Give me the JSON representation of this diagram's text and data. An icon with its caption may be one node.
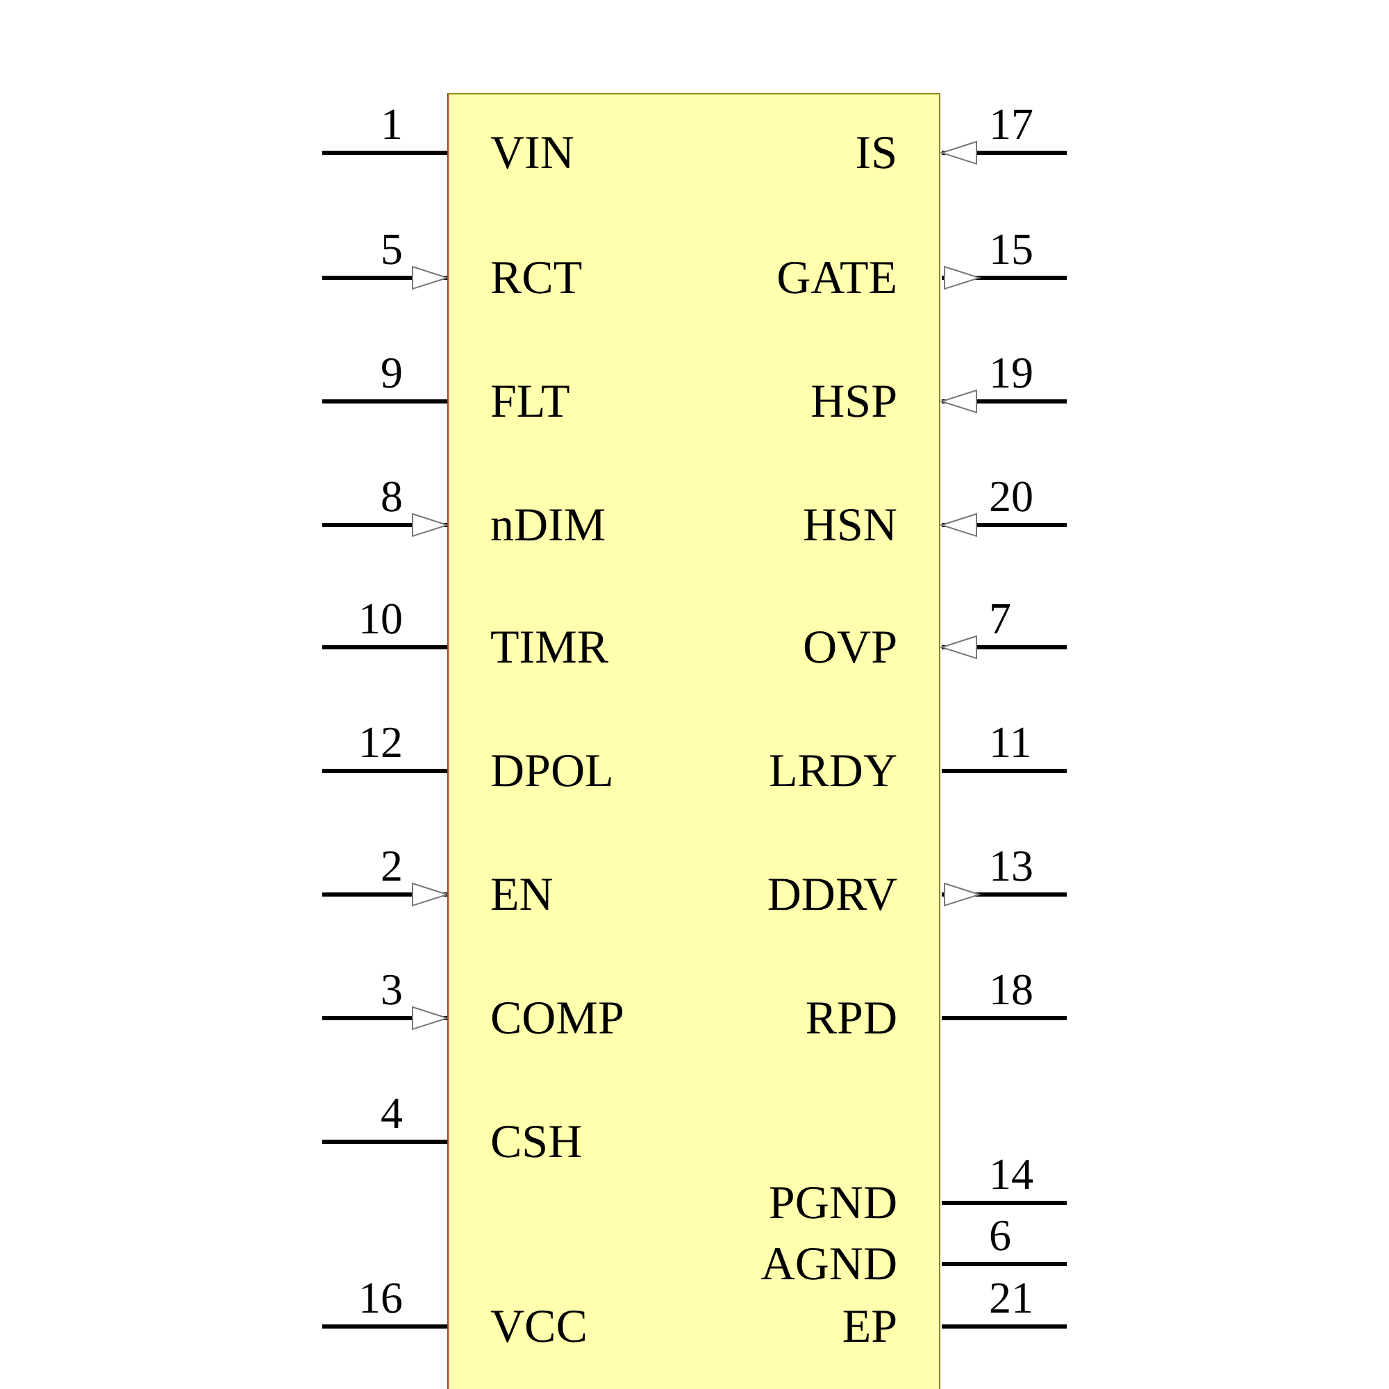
{
  "diagram": {
    "nodes": [
      {
        "text": [
          "VIN",
          "IS",
          "RCT",
          "GATE",
          "FLT",
          "HSP",
          "nDIM",
          "HSN",
          "TIMR",
          "OVP",
          "DPOL",
          "LRDY",
          "EN",
          "DDRV",
          "COMP",
          "RPD",
          "CSH",
          "PGND",
          "AGND",
          "VCC",
          "EP"
        ]
      }
    ],
    "edges": [],
    "labels": [
      "1",
      "17",
      "5",
      "15",
      "9",
      "19",
      "8",
      "20",
      "10",
      "7",
      "12",
      "11",
      "2",
      "13",
      "3",
      "18",
      "4",
      "14",
      "6",
      "16",
      "21"
    ]
  }
}
